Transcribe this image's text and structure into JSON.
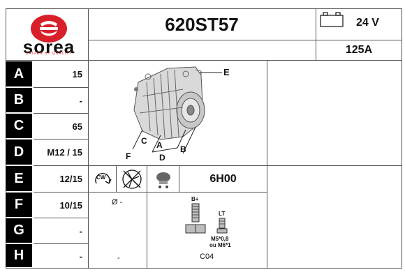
{
  "brand": {
    "name": "sorea",
    "tagline": "DRIVEN BY QUALITY",
    "color": "#d8202a"
  },
  "header": {
    "part_number": "620ST57",
    "voltage": "24 V",
    "amperage": "125A"
  },
  "rows": [
    {
      "letter": "A",
      "value": "15"
    },
    {
      "letter": "B",
      "value": "-"
    },
    {
      "letter": "C",
      "value": "65"
    },
    {
      "letter": "D",
      "value": "M12 / 15"
    },
    {
      "letter": "E",
      "value": "12/15"
    },
    {
      "letter": "F",
      "value": "10/15"
    },
    {
      "letter": "G",
      "value": "-"
    },
    {
      "letter": "H",
      "value": "-"
    }
  ],
  "diagram": {
    "labels": {
      "E": "E",
      "C": "C",
      "A": "A",
      "B": "B",
      "F": "F",
      "D": "D"
    }
  },
  "specs": {
    "rotation": "CW",
    "regulator_time": "6H00",
    "pulley_diameter": "Ø -",
    "pulley_value": "-",
    "terminal_bplus": "B+",
    "terminal_lt": "LT",
    "thread_spec_1": "M5*0,8",
    "thread_spec_2": "ou M6*1",
    "connector_code": "C04"
  },
  "icons": [
    "battery-icon",
    "clockwise-rotation-icon",
    "no-fan-icon",
    "regulator-icon",
    "bolt-terminal-icon",
    "small-terminal-icon"
  ]
}
